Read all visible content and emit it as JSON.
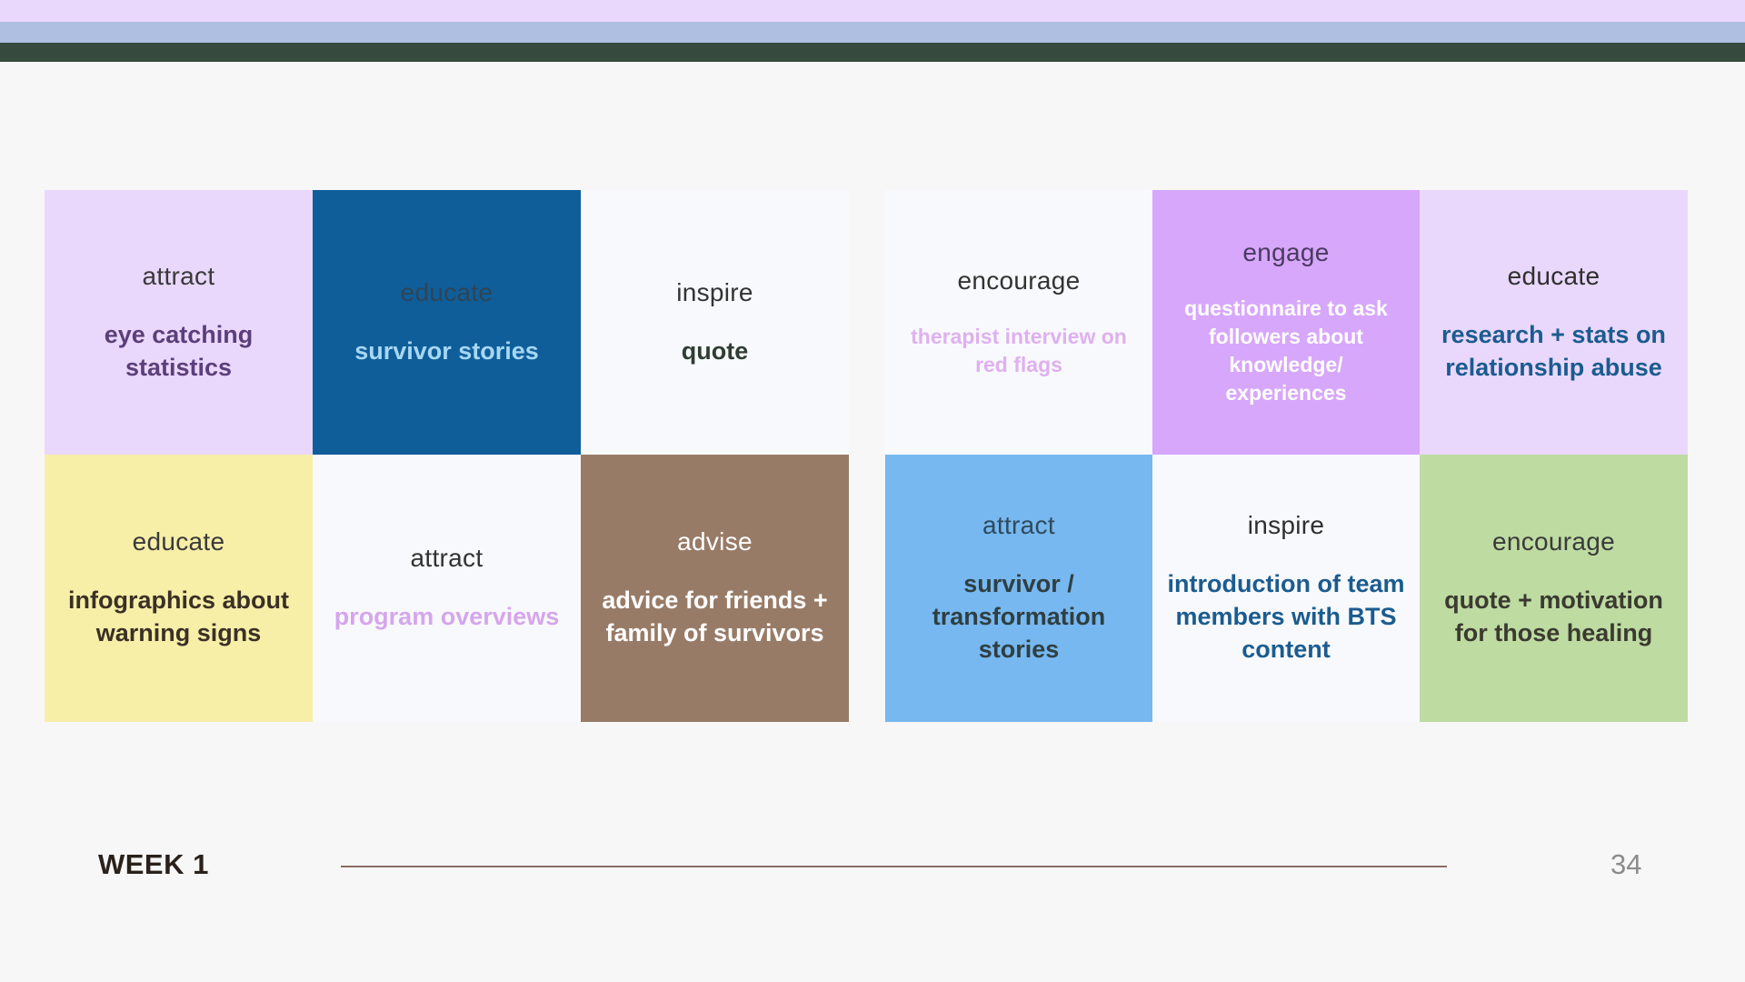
{
  "colors": {
    "stripe_top": "#ead8fc",
    "stripe_mid": "#aebfe2",
    "stripe_bottom": "#364a3d",
    "background": "#f7f7f7",
    "footer_line": "#8a6d63"
  },
  "left_grid": [
    {
      "kind": "attract",
      "body": "eye catching statistics",
      "bg": "#ead8fc",
      "kind_color": "#3a3a3a",
      "body_color": "#5b3f7a"
    },
    {
      "kind": "educate",
      "body": "survivor stories",
      "bg": "#0f5e9a",
      "kind_color": "#2f4556",
      "body_color": "#a6d7f4"
    },
    {
      "kind": "inspire",
      "body": "quote",
      "bg": "#f8f9fc",
      "kind_color": "#333333",
      "body_color": "#2f3d33"
    },
    {
      "kind": "educate",
      "body": "infographics about warning signs",
      "bg": "#f7eea8",
      "kind_color": "#3a3a3a",
      "body_color": "#3b3025"
    },
    {
      "kind": "attract",
      "body": "program overviews",
      "bg": "#f8f9fc",
      "kind_color": "#333333",
      "body_color": "#d5a6ec"
    },
    {
      "kind": "advise",
      "body": "advice for friends + family of survivors",
      "bg": "#987b67",
      "kind_color": "#ffffff",
      "body_color": "#ffffff"
    }
  ],
  "right_grid": [
    {
      "kind": "encourage",
      "body": "therapist interview on red flags",
      "bg": "#f8f9fc",
      "kind_color": "#333333",
      "body_color": "#dfb0f0",
      "small": true
    },
    {
      "kind": "engage",
      "body": "questionnaire to ask followers about knowledge/ experiences",
      "bg": "#d7a7fb",
      "kind_color": "#4a3a60",
      "body_color": "#ffffff",
      "small": true
    },
    {
      "kind": "educate",
      "body": "research + stats on relationship abuse",
      "bg": "#ead8fc",
      "kind_color": "#2f2f2f",
      "body_color": "#1b5c8f"
    },
    {
      "kind": "attract",
      "body": "survivor / transformation stories",
      "bg": "#77b8f0",
      "kind_color": "#2f4a5d",
      "body_color": "#2f3f42"
    },
    {
      "kind": "inspire",
      "body": "introduction of team members with BTS content",
      "bg": "#f8f9fc",
      "kind_color": "#2f2f2f",
      "body_color": "#1b5c8f"
    },
    {
      "kind": "encourage",
      "body": "quote + motivation for those healing",
      "bg": "#bedba2",
      "kind_color": "#3a3a3a",
      "body_color": "#3b3a30"
    }
  ],
  "footer": {
    "week_label": "WEEK 1",
    "page_number": "34"
  }
}
